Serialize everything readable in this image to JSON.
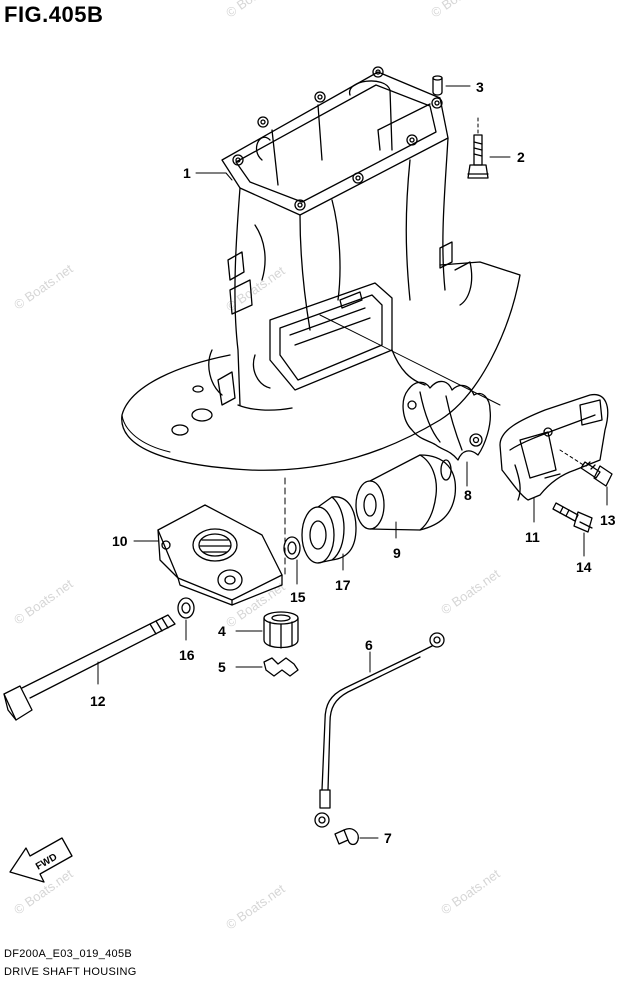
{
  "figure": {
    "title": "FIG.405B",
    "model_code": "DF200A_E03_019_405B",
    "caption": "DRIVE SHAFT HOUSING"
  },
  "watermark": "© Boats.net",
  "direction_arrow": {
    "label": "FWD",
    "icon": "fwd-arrow-icon"
  },
  "callouts": [
    "1",
    "2",
    "3",
    "4",
    "5",
    "6",
    "7",
    "8",
    "9",
    "10",
    "11",
    "12",
    "13",
    "14",
    "15",
    "16",
    "17"
  ],
  "colors": {
    "line": "#000000",
    "watermark": "#d6d6d6",
    "background": "#ffffff"
  }
}
